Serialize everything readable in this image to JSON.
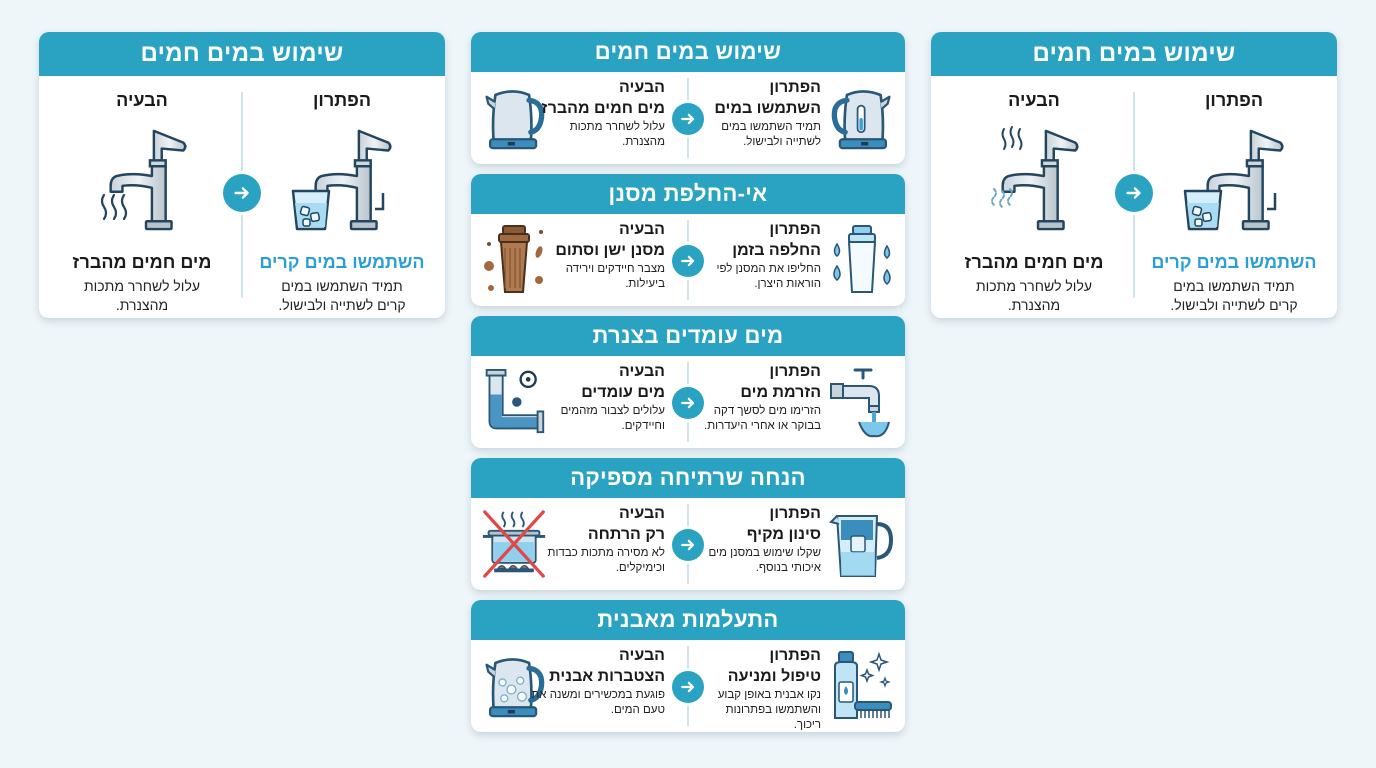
{
  "colors": {
    "background": "#eef6fa",
    "header": "#2aa3c3",
    "accent_text": "#2b9fd4",
    "arrow": "#2aa3c3",
    "divider": "#cfe4ee"
  },
  "left_card": {
    "title": "שימוש במים חמים",
    "problem": {
      "label": "הבעיה",
      "icon": "faucet-steam-icon",
      "headline": "מים חמים מהברז",
      "description": "עלול לשחרר מתכות מהצנרת."
    },
    "solution": {
      "label": "הפתרון",
      "icon": "faucet-cold-water-glass-icon",
      "headline": "השתמשו במים קרים",
      "description": "תמיד השתמשו במים קרים לשתייה ולבישול."
    },
    "arrow_icon": "arrow-right-icon"
  },
  "right_card": {
    "title": "שימוש במים חמים",
    "problem": {
      "label": "הבעיה",
      "icon": "faucet-steam-icon",
      "headline": "מים חמים מהברז",
      "description": "עלול לשחרר מתכות מהצנרת."
    },
    "solution": {
      "label": "הפתרון",
      "icon": "faucet-cold-water-glass-icon",
      "headline": "השתמשו במים קרים",
      "description": "תמיד השתמשו במים קרים לשתייה ולבישול."
    },
    "arrow_icon": "arrow-right-icon"
  },
  "center_cards": [
    {
      "title": "שימוש במים חמים",
      "problem": {
        "label": "הבעיה",
        "headline": "מים חמים מהברז",
        "description": "עלול לשחרר מתכות מהצנרת.",
        "icon": "kettle-icon"
      },
      "solution": {
        "label": "הפתרון",
        "headline": "השתמשו במים",
        "description": "תמיד השתמשו במים לשתייה ולבישול.",
        "icon": "electric-kettle-icon"
      }
    },
    {
      "title": "אי-החלפת מסנן",
      "problem": {
        "label": "הבעיה",
        "headline": "מסנן ישן וסתום",
        "description": "מצבר חיידקים וירידה ביעילות.",
        "icon": "dirty-filter-icon"
      },
      "solution": {
        "label": "הפתרון",
        "headline": "החלפה בזמן",
        "description": "החליפו את המסנן לפי הוראות היצרן.",
        "icon": "clean-filter-drops-icon"
      }
    },
    {
      "title": "מים עומדים בצנרת",
      "problem": {
        "label": "הבעיה",
        "headline": "מים עומדים",
        "description": "עלולים לצבור מזהמים וחיידקים.",
        "icon": "pipe-biohazard-icon"
      },
      "solution": {
        "label": "הפתרון",
        "headline": "הזרמת מים",
        "description": "הזרימו מים לסשך דקה בבוקר או אחרי היעדרות.",
        "icon": "running-tap-icon"
      }
    },
    {
      "title": "הנחה שרתיחה מספיקה",
      "problem": {
        "label": "הבעיה",
        "headline": "רק הרתחה",
        "description": "לא מסירה מתכות כבדות וכימיקלים.",
        "icon": "boiling-pot-crossed-icon"
      },
      "solution": {
        "label": "הפתרון",
        "headline": "סינון מקיף",
        "description": "שקלו שימוש במסנן מים איכותי בנוסף.",
        "icon": "water-filter-pitcher-icon"
      }
    },
    {
      "title": "התעלמות מאבנית",
      "problem": {
        "label": "הבעיה",
        "headline": "הצטברות אבנית",
        "description": "פוגעת במכשירים ומשנה את טעם המים.",
        "icon": "limescale-kettle-icon"
      },
      "solution": {
        "label": "הפתרון",
        "headline": "טיפול ומניעה",
        "description": "נקו אבנית באופן קבוע והשתמשו בפתרונות ריכוך.",
        "icon": "cleaning-bottle-brush-icon"
      }
    }
  ]
}
